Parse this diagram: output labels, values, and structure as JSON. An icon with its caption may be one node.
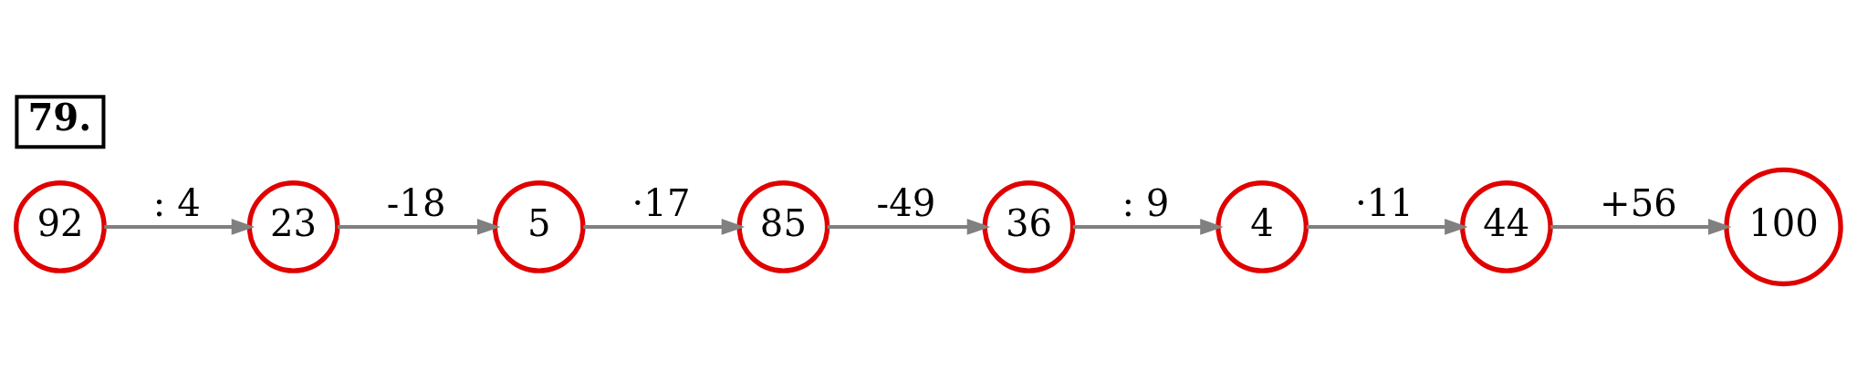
{
  "diagram": {
    "nodes": [
      {
        "text": [
          "79."
        ]
      },
      {
        "text": [
          "92"
        ]
      },
      {
        "text": [
          "23"
        ]
      },
      {
        "text": [
          "5"
        ]
      },
      {
        "text": [
          "85"
        ]
      },
      {
        "text": [
          "36"
        ]
      },
      {
        "text": [
          "4"
        ]
      },
      {
        "text": [
          "44"
        ]
      },
      {
        "text": [
          "100"
        ]
      }
    ],
    "edges": [
      {
        "from": 1,
        "to": 2,
        "arrow": "to",
        "label": ": 4"
      },
      {
        "from": 2,
        "to": 3,
        "arrow": "to",
        "label": "-18"
      },
      {
        "from": 3,
        "to": 4,
        "arrow": "to",
        "label": "·17"
      },
      {
        "from": 4,
        "to": 5,
        "arrow": "to",
        "label": "-49"
      },
      {
        "from": 5,
        "to": 6,
        "arrow": "to",
        "label": ": 9"
      },
      {
        "from": 6,
        "to": 7,
        "arrow": "to",
        "label": "·11"
      },
      {
        "from": 7,
        "to": 8,
        "arrow": "to",
        "label": "+56"
      }
    ]
  }
}
